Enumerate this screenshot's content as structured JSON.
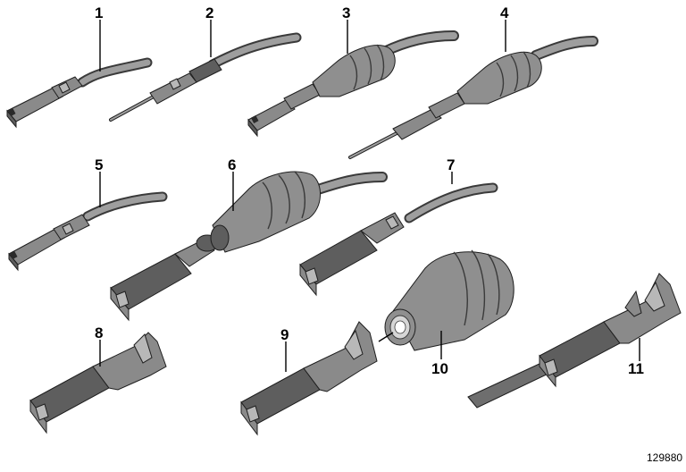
{
  "diagram": {
    "callouts": [
      "1",
      "2",
      "3",
      "4",
      "5",
      "6",
      "7",
      "8",
      "9",
      "10",
      "11"
    ],
    "reference_number": "129880"
  }
}
